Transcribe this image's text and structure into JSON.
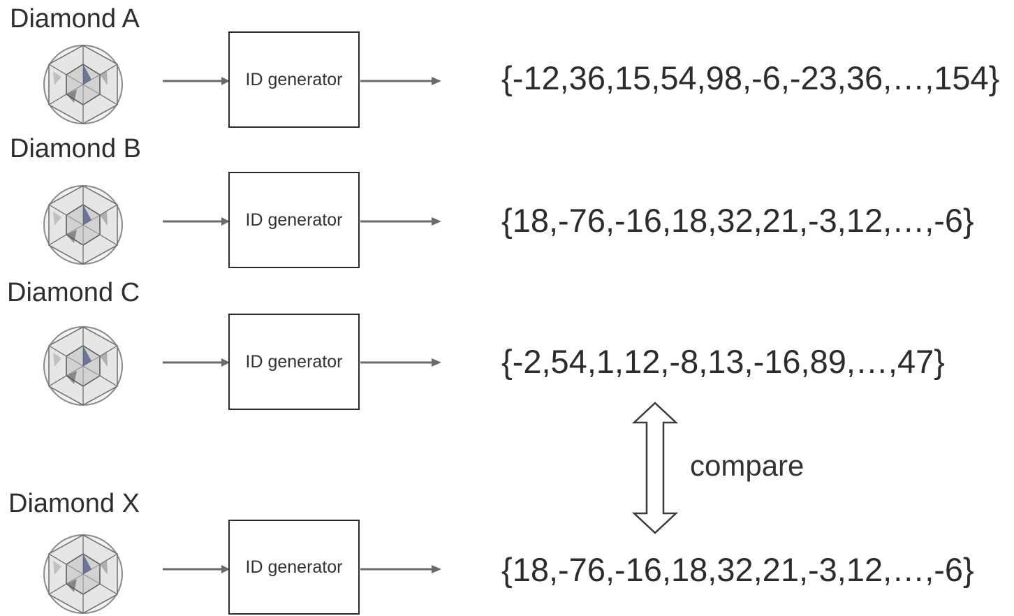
{
  "diagram": {
    "rows": [
      {
        "title": "Diamond A",
        "generator": "ID generator",
        "vector": "{-12,36,15,54,98,-6,-23,36,…,154}"
      },
      {
        "title": "Diamond B",
        "generator": "ID generator",
        "vector": "{18,-76,-16,18,32,21,-3,12,…,-6}"
      },
      {
        "title": "Diamond C",
        "generator": "ID generator",
        "vector": "{-2,54,1,12,-8,13,-16,89,…,47}"
      },
      {
        "title": "Diamond X",
        "generator": "ID generator",
        "vector": "{18,-76,-16,18,32,21,-3,12,…,-6}"
      }
    ],
    "compare_label": "compare",
    "icons": {
      "gem": "diamond-icon",
      "arrow": "arrow-right-icon",
      "compare": "double-arrow-vertical-icon"
    },
    "colors": {
      "stroke": "#2b2b2b",
      "text": "#2c2c2c",
      "background": "#ffffff"
    }
  }
}
